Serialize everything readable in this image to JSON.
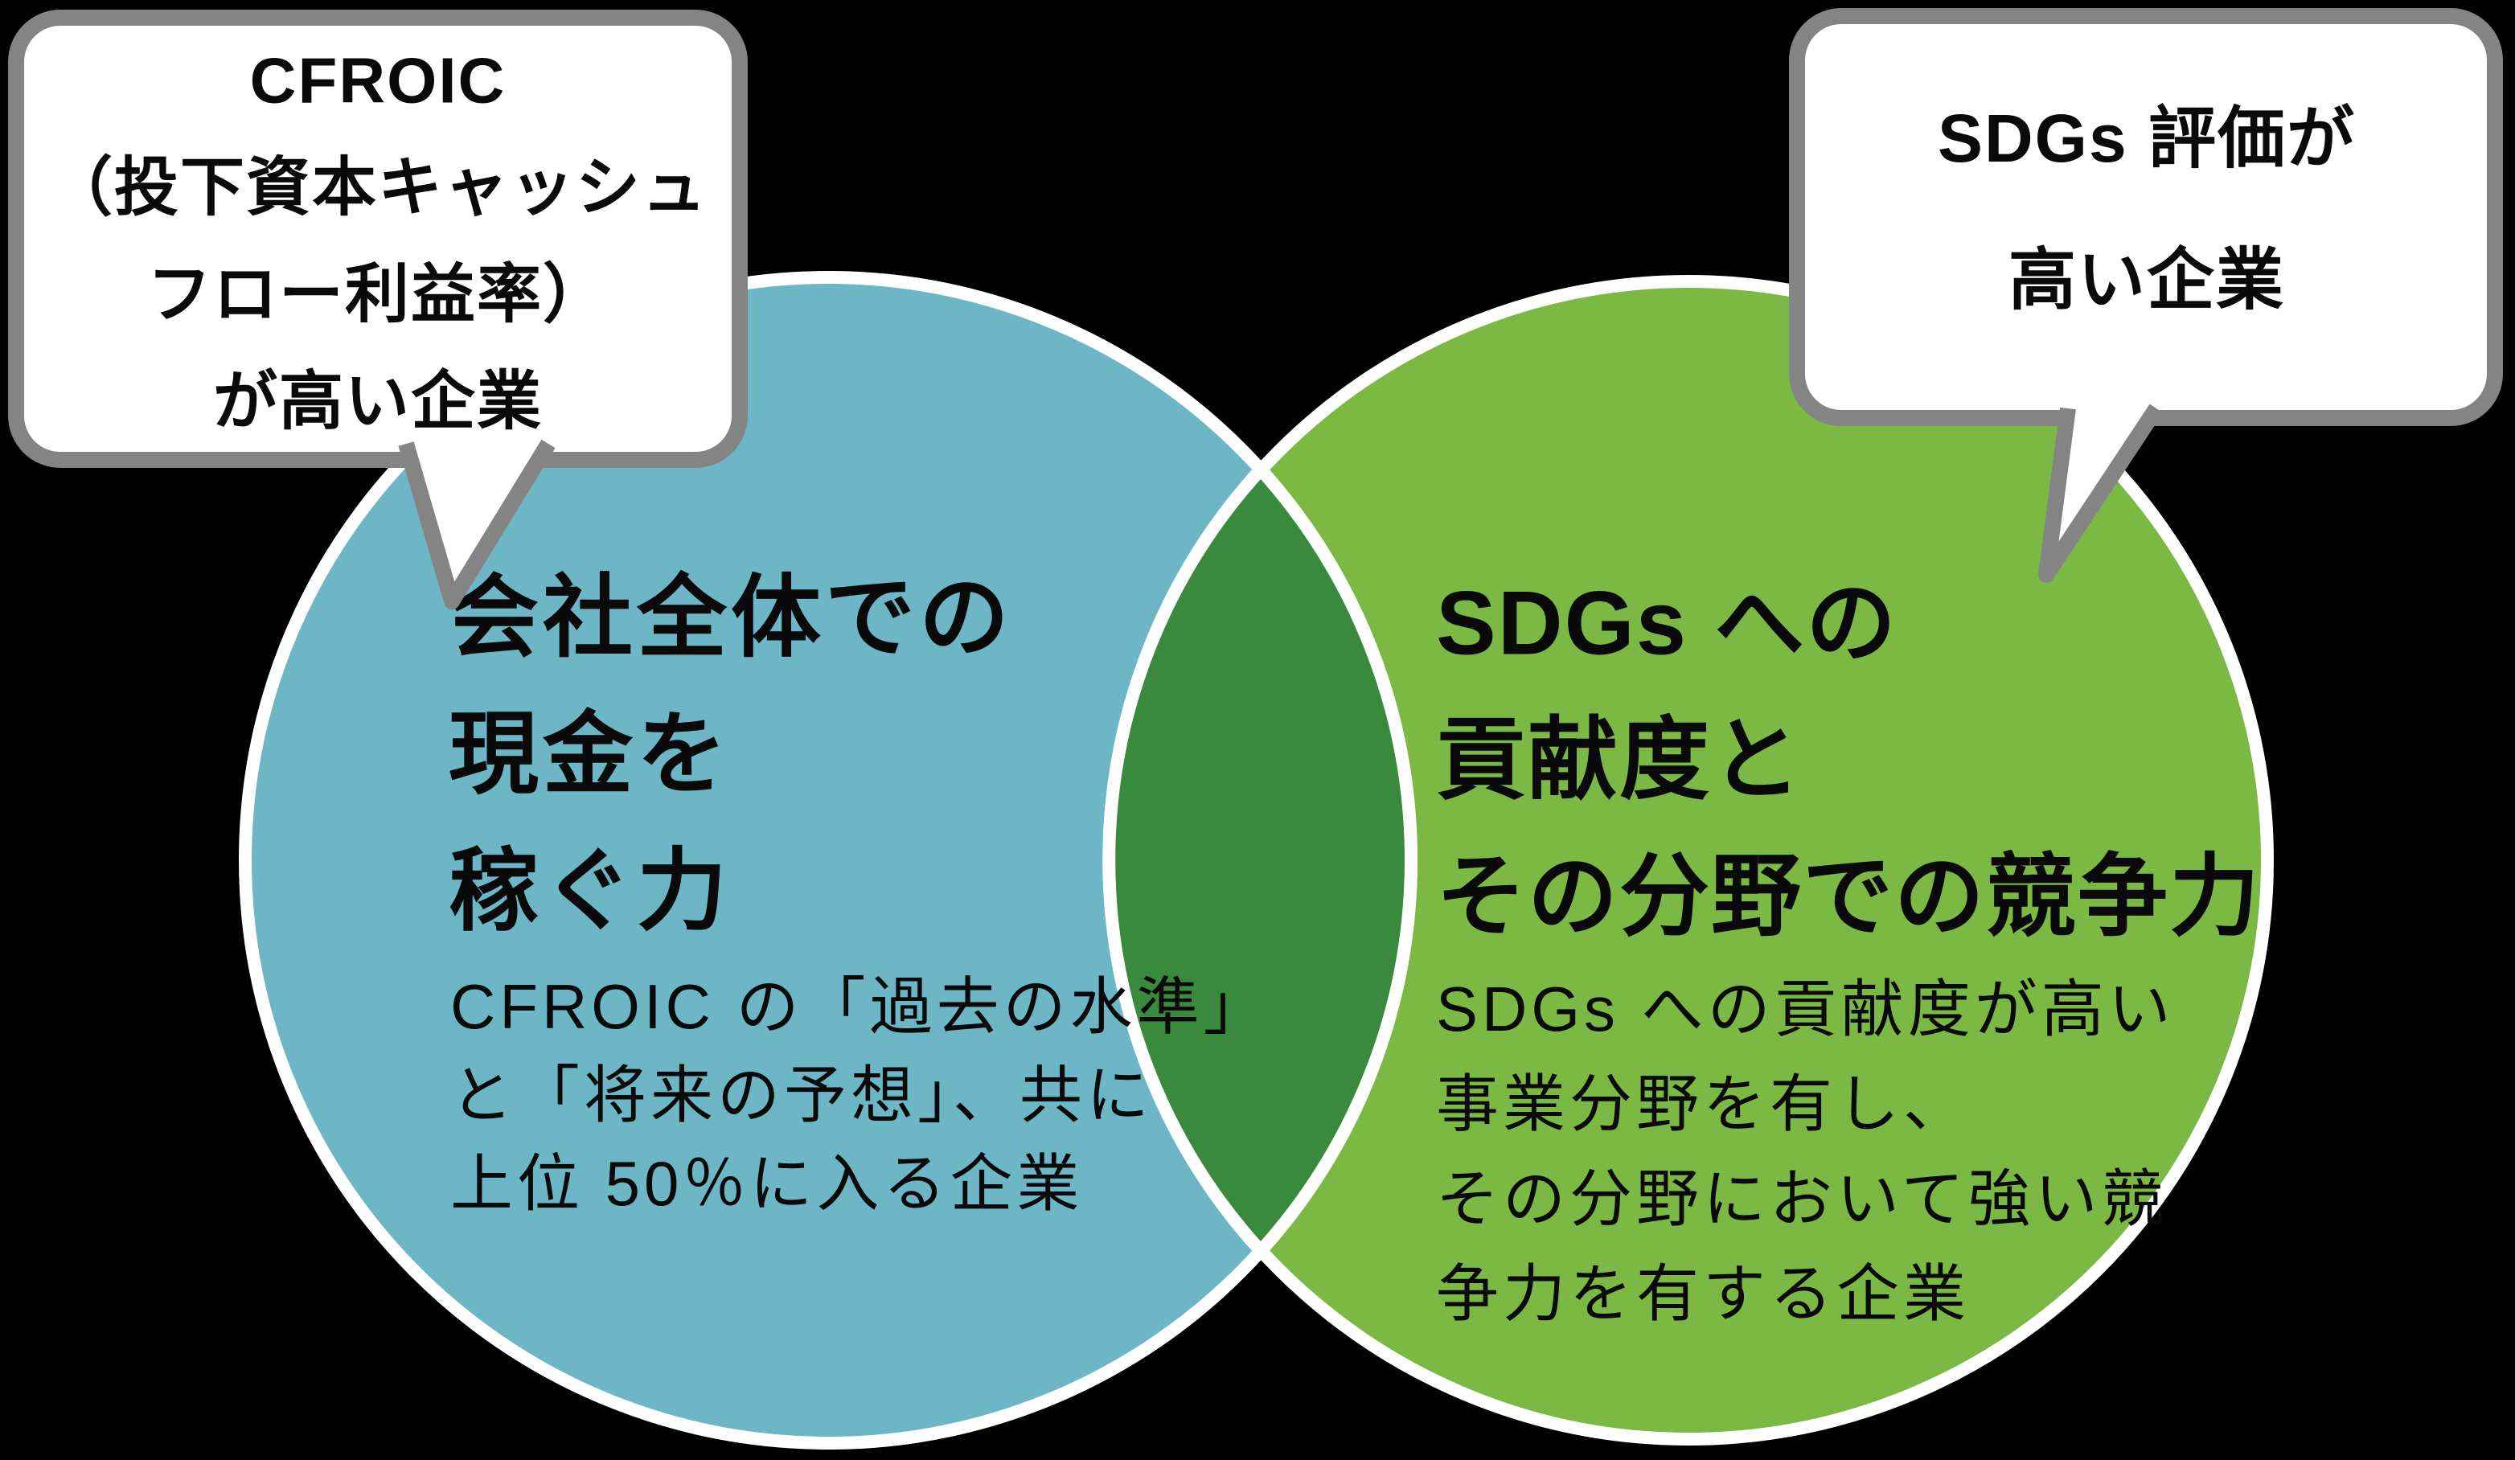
{
  "canvas": {
    "background_color": "#000000"
  },
  "venn": {
    "left_circle": {
      "fill_color": "#6db6c6",
      "heading_lines": [
        "会社全体での",
        "現金を",
        "稼ぐ力"
      ],
      "body_lines": [
        "CFROIC の「過去の水準」",
        "と「将来の予想」、共に",
        "上位 50％に入る企業"
      ]
    },
    "right_circle": {
      "fill_color": "#7bb844",
      "heading_lines": [
        "SDGs への",
        "貢献度と",
        "その分野での競争力"
      ],
      "body_lines": [
        "SDGs への貢献度が高い",
        "事業分野を有し、",
        "その分野において強い競",
        "争力を有する企業"
      ]
    },
    "overlap": {
      "fill_color": "#398a3d"
    }
  },
  "callouts": {
    "left": {
      "border_color": "#848484",
      "lines": [
        "CFROIC",
        "（投下資本キャッシュ",
        "フロー利益率）",
        "が高い企業"
      ]
    },
    "right": {
      "border_color": "#848484",
      "lines": [
        "SDGs 評価が",
        "高い企業"
      ]
    }
  }
}
